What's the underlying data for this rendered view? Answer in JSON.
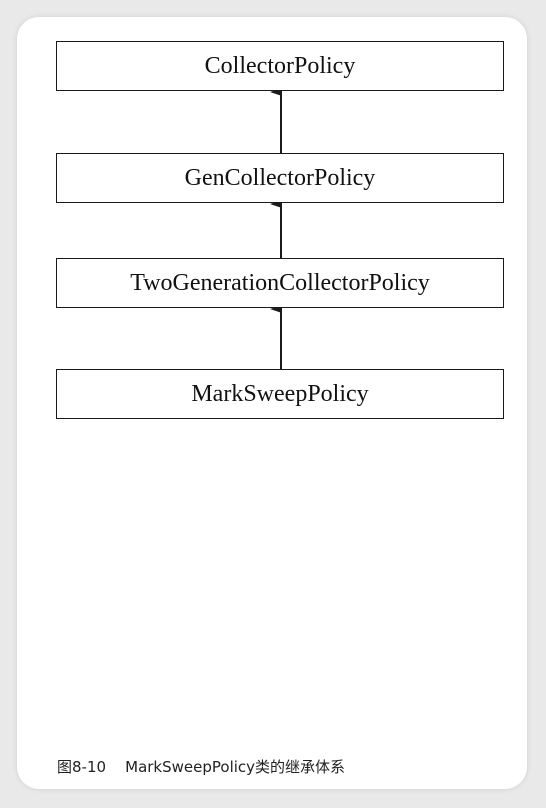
{
  "diagram": {
    "classes": [
      {
        "id": "box-1",
        "label": "CollectorPolicy"
      },
      {
        "id": "box-2",
        "label": "GenCollectorPolicy"
      },
      {
        "id": "box-3",
        "label": "TwoGenerationCollectorPolicy"
      },
      {
        "id": "box-4",
        "label": "MarkSweepPolicy"
      }
    ],
    "edges": [
      {
        "from": "GenCollectorPolicy",
        "to": "CollectorPolicy",
        "type": "inheritance"
      },
      {
        "from": "TwoGenerationCollectorPolicy",
        "to": "GenCollectorPolicy",
        "type": "inheritance"
      },
      {
        "from": "MarkSweepPolicy",
        "to": "TwoGenerationCollectorPolicy",
        "type": "inheritance"
      }
    ]
  },
  "caption": {
    "figure_number": "图8-10",
    "text": "MarkSweepPolicy类的继承体系"
  },
  "colors": {
    "line": "#1a1a1a",
    "card_background": "#ffffff",
    "page_background": "#e9e9e9"
  }
}
